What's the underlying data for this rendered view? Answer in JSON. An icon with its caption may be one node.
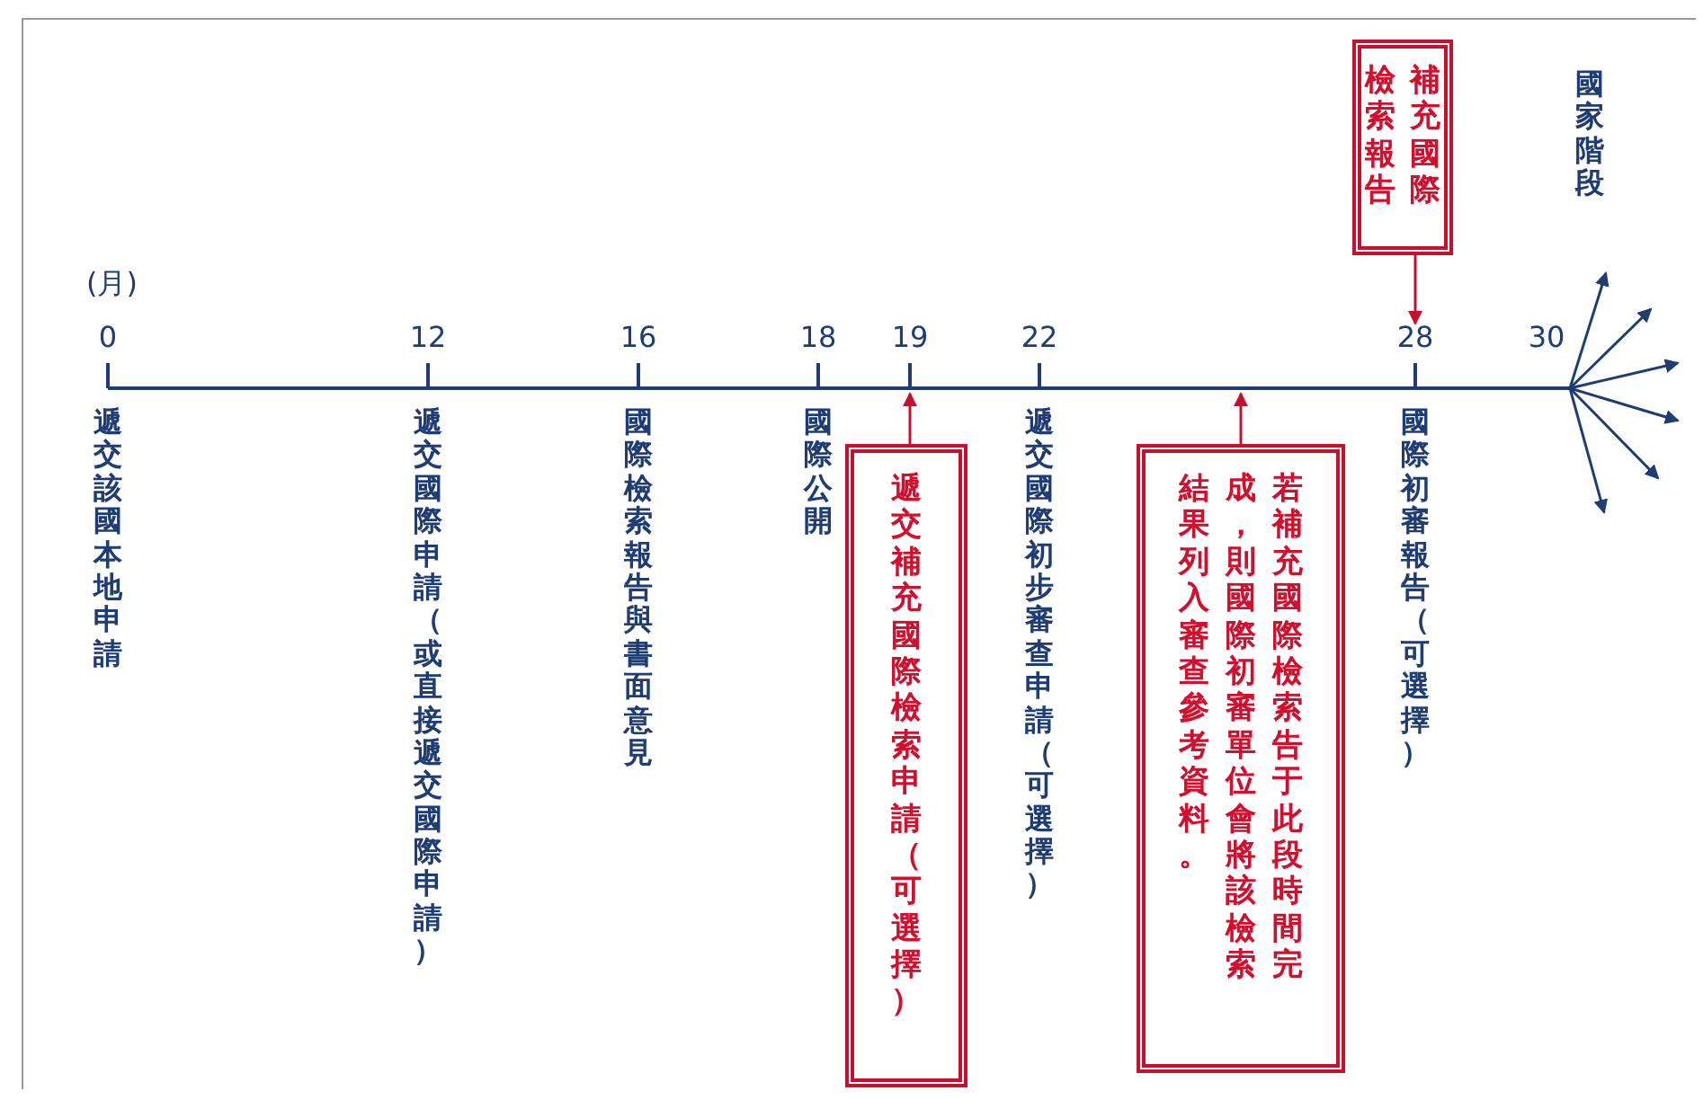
{
  "diagram": {
    "nodes": [
      {
        "text": [
          "遞交補充國際檢索申請（可選擇）"
        ]
      },
      {
        "text": [
          "若補充國際檢索告于此段時間完成，則國際初審單位會將該檢索結果列入審查參考資料。"
        ]
      },
      {
        "text": [
          "補充國際檢索報告"
        ]
      },
      {
        "text": [
          "28"
        ]
      }
    ],
    "edges": [
      {
        "from": 0,
        "to": null,
        "arrow": "to"
      },
      {
        "from": 1,
        "to": null,
        "arrow": "to"
      },
      {
        "from": 2,
        "to": 3,
        "arrow": "to"
      }
    ],
    "labels": [
      "(月)",
      "0",
      "12",
      "16",
      "18",
      "19",
      "22",
      "30",
      "國家階段",
      "遞交該國本地申請",
      "遞交國際申請（或直接遞交國際申請）",
      "國際檢索報告與書面意見",
      "國際公開",
      "遞交國際初步審查申請（可選擇）",
      "國際初審報告（可選擇）"
    ]
  }
}
